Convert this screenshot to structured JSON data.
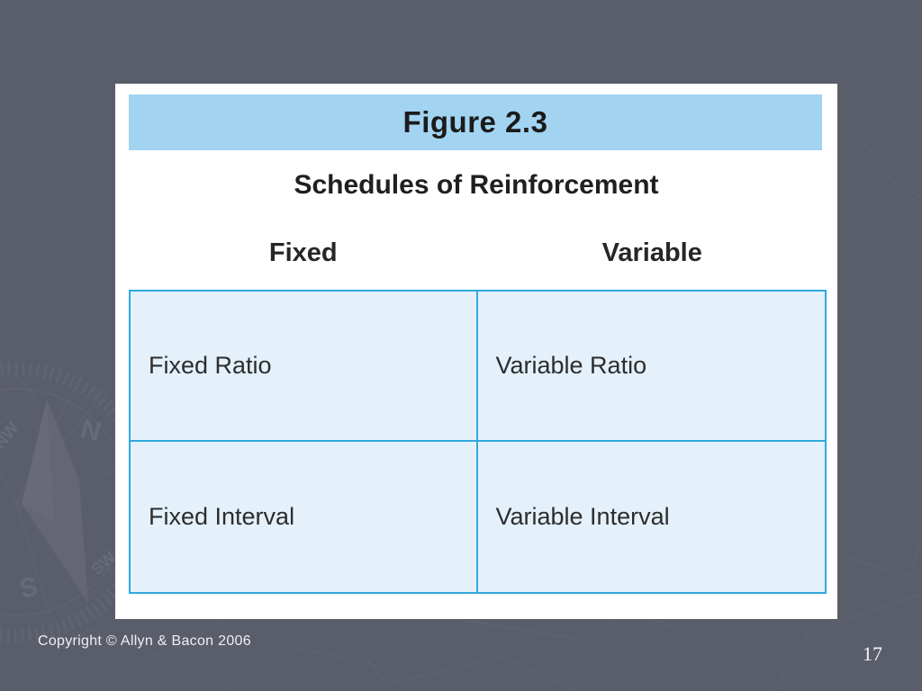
{
  "figure": {
    "label": "Figure 2.3",
    "title": "Schedules of Reinforcement",
    "table": {
      "column_headers": [
        "Fixed",
        "Variable"
      ],
      "rows": [
        [
          "Fixed Ratio",
          "Variable Ratio"
        ],
        [
          "Fixed Interval",
          "Variable Interval"
        ]
      ]
    }
  },
  "footer": {
    "copyright": "Copyright © Allyn & Bacon 2006",
    "page_number": "17"
  },
  "colors": {
    "slide_background": "#5A5D6A",
    "panel_background": "#FFFFFF",
    "header_band": "#A2D4F2",
    "cell_fill": "#E4F1FB",
    "table_border": "#2FA9DE",
    "title_text": "#1F1F1F",
    "footer_text": "#EEF0F4"
  }
}
